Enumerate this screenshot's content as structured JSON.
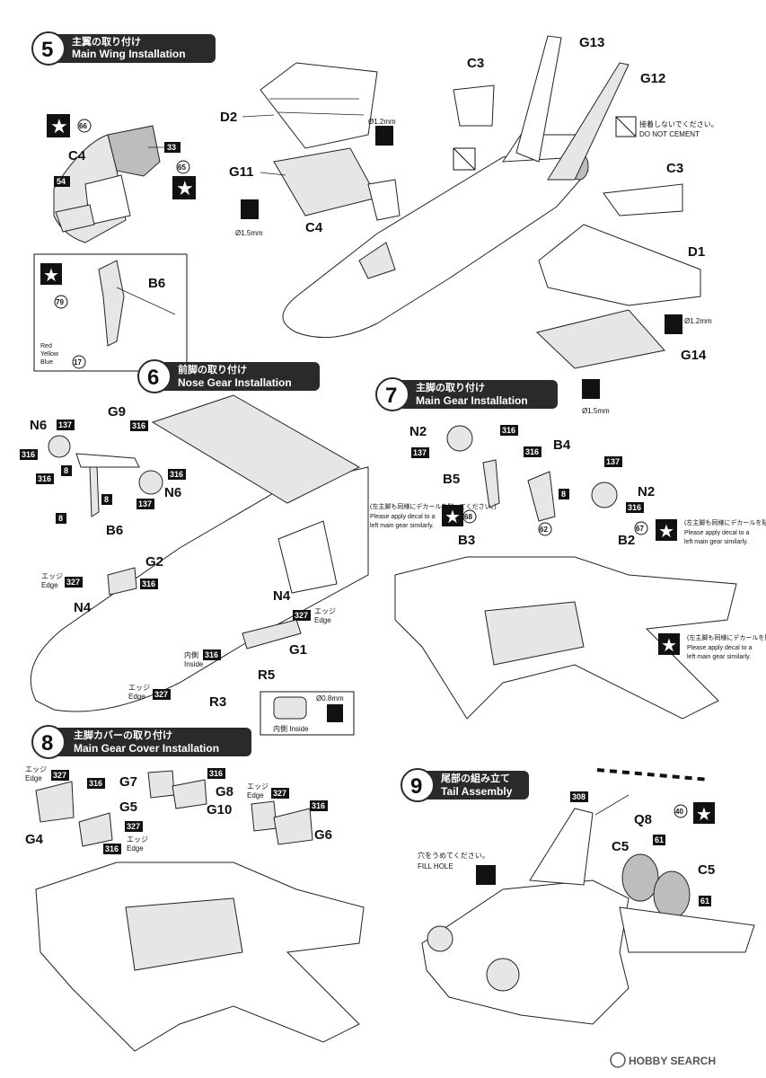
{
  "steps": [
    {
      "number": "5",
      "title_jp": "主翼の取り付け",
      "title_en": "Main Wing Installation"
    },
    {
      "number": "6",
      "title_jp": "前脚の取り付け",
      "title_en": "Nose Gear Installation"
    },
    {
      "number": "7",
      "title_jp": "主脚の取り付け",
      "title_en": "Main Gear Installation"
    },
    {
      "number": "8",
      "title_jp": "主脚カバーの取り付け",
      "title_en": "Main Gear Cover Installation"
    },
    {
      "number": "9",
      "title_jp": "尾部の組み立て",
      "title_en": "Tail Assembly"
    }
  ],
  "parts": {
    "c4": "C4",
    "c3": "C3",
    "g13": "G13",
    "g12": "G12",
    "d2": "D2",
    "g11": "G11",
    "d1": "D1",
    "g14": "G14",
    "b6": "B6",
    "n6": "N6",
    "g9": "G9",
    "g2": "G2",
    "n4": "N4",
    "g1": "G1",
    "r5": "R5",
    "r3": "R3",
    "n2": "N2",
    "b4": "B4",
    "b5": "B5",
    "b3": "B3",
    "b2": "B2",
    "g7": "G7",
    "g8": "G8",
    "g5": "G5",
    "g10": "G10",
    "g6": "G6",
    "g4": "G4",
    "q8": "Q8",
    "c5": "C5"
  },
  "codes": {
    "c66": "66",
    "c65": "65",
    "n33": "33",
    "n54": "54",
    "c79": "79",
    "c17": "17",
    "n137": "137",
    "n316": "316",
    "n8": "8",
    "n327": "327",
    "c68": "68",
    "c62": "62",
    "c67": "67",
    "c40": "40",
    "n308": "308",
    "n61": "61"
  },
  "notes": {
    "do_not_cement_jp": "接着しないでください。",
    "do_not_cement_en": "DO NOT CEMENT",
    "dia_12": "Ø1.2mm",
    "dia_15": "Ø1.5mm",
    "dia_08": "Ø0.8mm",
    "edge_jp": "エッジ",
    "edge_en": "Edge",
    "inside_jp": "内側",
    "inside_en": "Inside",
    "inside_combo": "内側 Inside",
    "decal_left_jp": "(左主脚も同様にデカールを貼ってください。)",
    "decal_left_en1": "Please apply decal to a",
    "decal_left_en2": "left main gear similarly.",
    "fill_hole_jp": "穴をうめてください。",
    "fill_hole_en": "FILL HOLE",
    "legend_red": "Red",
    "legend_yellow": "Yellow",
    "legend_blue": "Blue"
  },
  "watermark": "HOBBY SEARCH"
}
